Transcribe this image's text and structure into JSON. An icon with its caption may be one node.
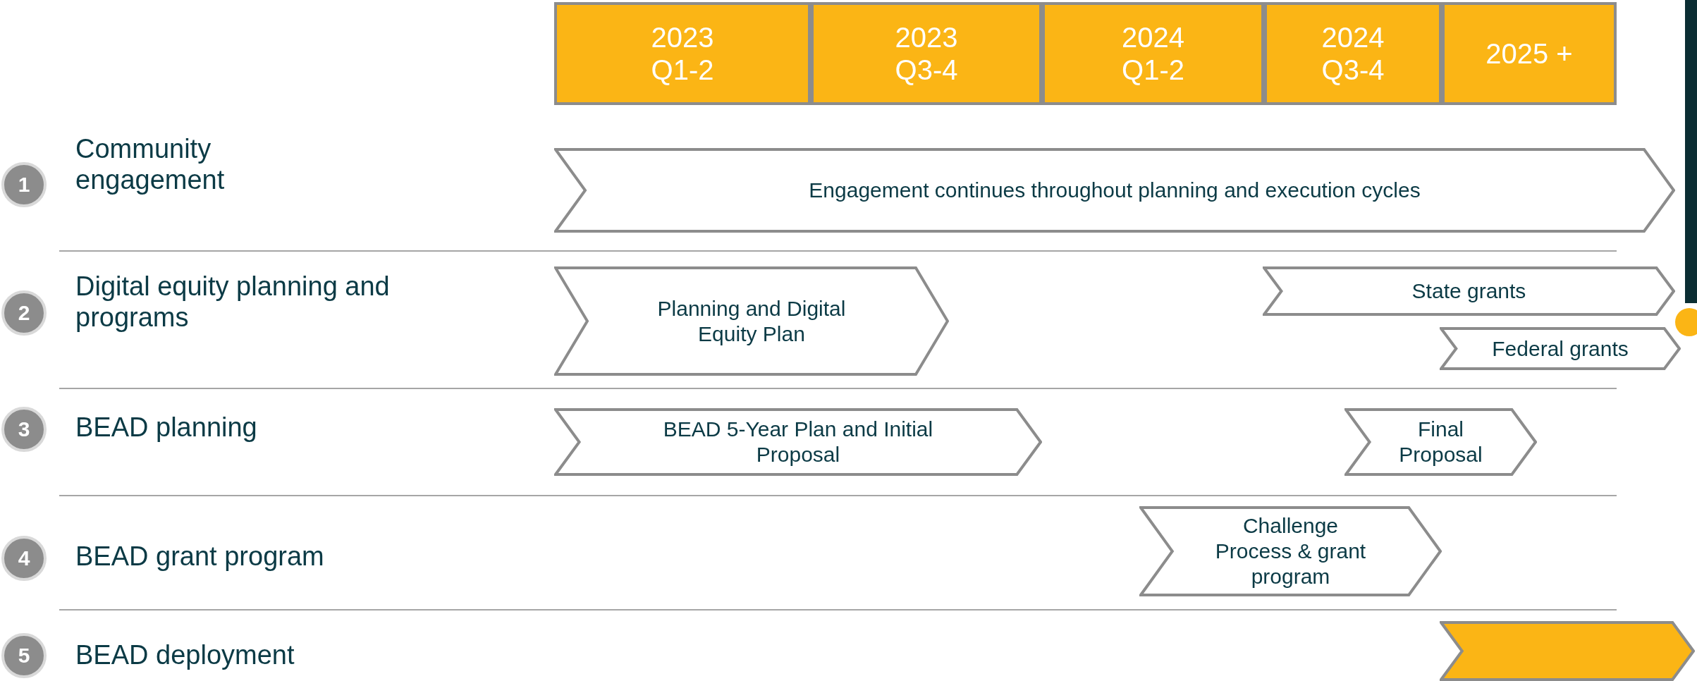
{
  "diagram": {
    "nodes": [
      {
        "text": [
          "2023 Q1-2"
        ]
      },
      {
        "text": [
          "2023 Q3-4"
        ]
      },
      {
        "text": [
          "2024 Q1-2"
        ]
      },
      {
        "text": [
          "2024 Q3-4"
        ]
      },
      {
        "text": [
          "2025 +"
        ]
      },
      {
        "text": [
          "1"
        ]
      },
      {
        "text": [
          "Engagement continues throughout planning and execution cycles"
        ]
      },
      {
        "text": [
          "2"
        ]
      },
      {
        "text": [
          "Planning and Digital Equity Plan"
        ]
      },
      {
        "text": [
          "State grants"
        ]
      },
      {
        "text": [
          "Federal grants"
        ]
      },
      {
        "text": [
          "3"
        ]
      },
      {
        "text": [
          "BEAD 5-Year Plan and Initial Proposal"
        ]
      },
      {
        "text": [
          "Final Proposal"
        ]
      },
      {
        "text": [
          "4"
        ]
      },
      {
        "text": [
          "Challenge Process & grant program"
        ]
      },
      {
        "text": [
          "5"
        ]
      },
      {
        "text": [],
        "shape": "chevron"
      }
    ],
    "edges": [],
    "labels": [
      "Community engagement",
      "Digital equity planning and programs",
      "BEAD planning",
      "BEAD grant program",
      "BEAD deployment"
    ]
  }
}
